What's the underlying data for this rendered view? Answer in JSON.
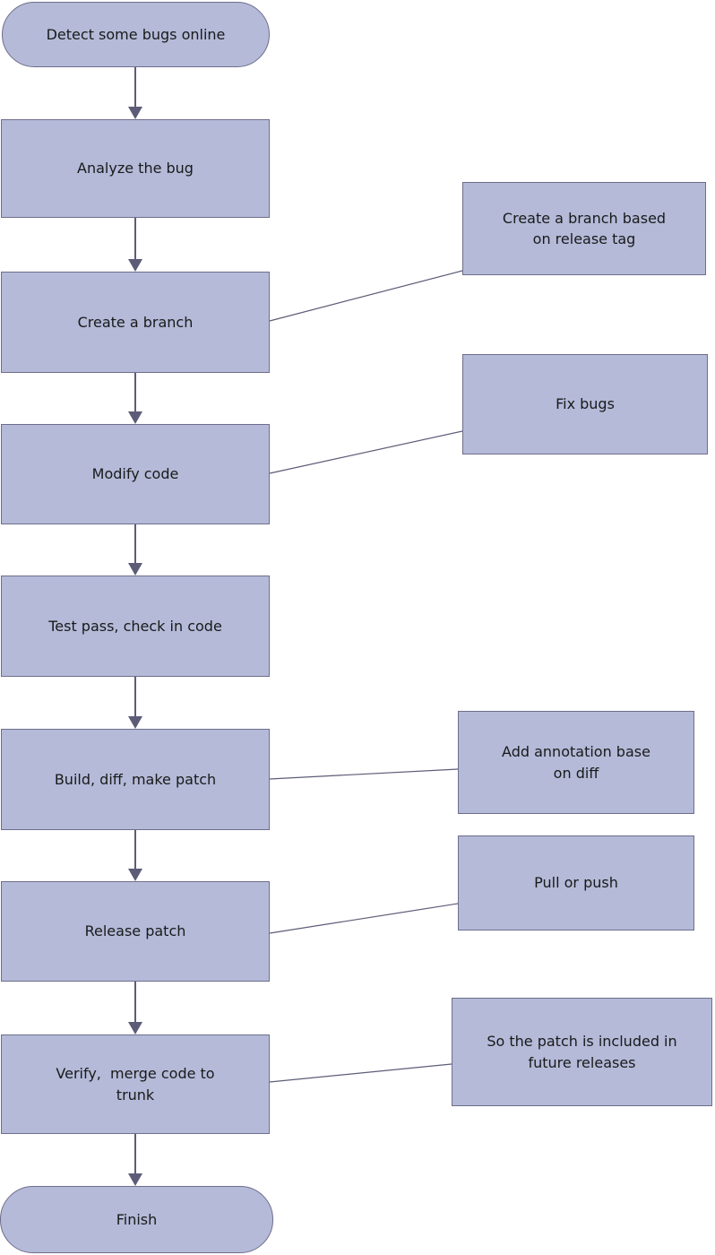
{
  "diagram_type": "flowchart",
  "flow": [
    {
      "label": "Detect some bugs online",
      "shape": "stadium"
    },
    {
      "label": "Analyze the bug",
      "shape": "process"
    },
    {
      "label": "Create a branch",
      "shape": "process"
    },
    {
      "label": "Modify code",
      "shape": "process"
    },
    {
      "label": "Test pass, check in code",
      "shape": "process"
    },
    {
      "label": "Build, diff, make patch",
      "shape": "process"
    },
    {
      "label": "Release patch",
      "shape": "process"
    },
    {
      "label": "Verify,  merge code to trunk",
      "shape": "process"
    },
    {
      "label": "Finish",
      "shape": "stadium"
    }
  ],
  "annotations": [
    {
      "label": "Create a branch based on release tag",
      "attached_to": "Create a branch"
    },
    {
      "label": "Fix bugs",
      "attached_to": "Modify code"
    },
    {
      "label": "Add annotation base on diff",
      "attached_to": "Build, diff, make patch"
    },
    {
      "label": "Pull or push",
      "attached_to": "Release patch"
    },
    {
      "label": "So the patch is included in future releases",
      "attached_to": "Verify,  merge code to trunk"
    }
  ],
  "colors": {
    "node_fill": "#b4bad8",
    "node_border": "#6e6e8c",
    "connector": "#5c5c78",
    "text": "#1a1a1a",
    "background": "#ffffff"
  }
}
